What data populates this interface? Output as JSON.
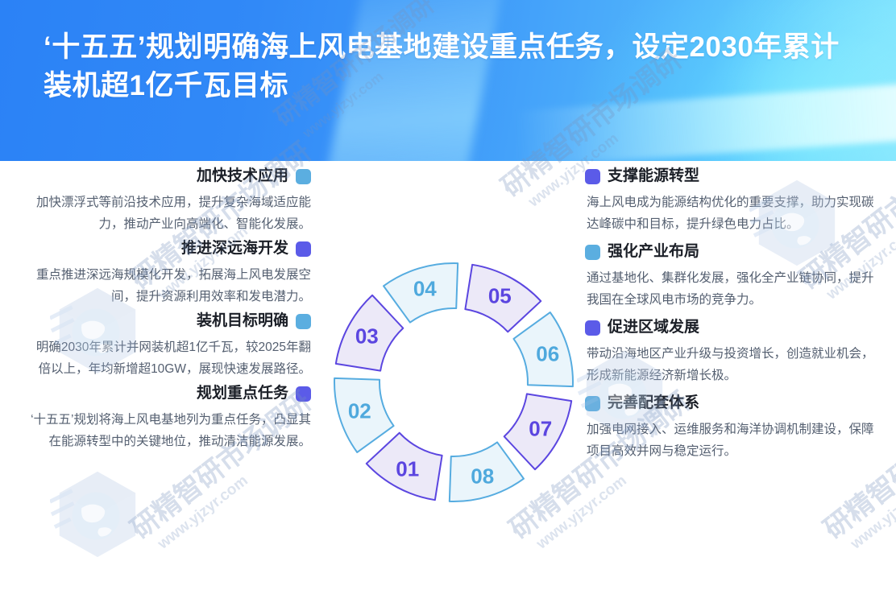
{
  "header": {
    "title": "‘十五五’规划明确海上风电基地建设重点任务，设定2030年累计装机超1亿千瓦目标",
    "bg_color_left": "#2b82f6",
    "bg_color_right": "#79dffd"
  },
  "colors": {
    "blue_accent": "#5baee0",
    "purple_accent": "#5b5be8",
    "segment_blue_fill": "#eaf5fb",
    "segment_blue_stroke": "#56ace0",
    "segment_purple_fill": "#ece9f8",
    "segment_purple_stroke": "#5b46e0",
    "title_text": "#1b1f27",
    "body_text": "#545f70"
  },
  "left_column": [
    {
      "bullet": "blue",
      "title": "加快技术应用",
      "desc": "加快漂浮式等前沿技术应用，提升复杂海域适应能力，推动产业向高端化、智能化发展。"
    },
    {
      "bullet": "purple",
      "title": "推进深远海开发",
      "desc": "重点推进深远海规模化开发，拓展海上风电发展空间，提升资源利用效率和发电潜力。"
    },
    {
      "bullet": "blue",
      "title": "装机目标明确",
      "desc": "明确2030年累计并网装机超1亿千瓦，较2025年翻倍以上，年均新增超10GW，展现快速发展路径。"
    },
    {
      "bullet": "purple",
      "title": "规划重点任务",
      "desc": "‘十五五’规划将海上风电基地列为重点任务，凸显其在能源转型中的关键地位，推动清洁能源发展。"
    }
  ],
  "right_column": [
    {
      "bullet": "purple",
      "title": "支撑能源转型",
      "desc": "海上风电成为能源结构优化的重要支撑，助力实现碳达峰碳中和目标，提升绿色电力占比。"
    },
    {
      "bullet": "blue",
      "title": "强化产业布局",
      "desc": "通过基地化、集群化发展，强化全产业链协同，提升我国在全球风电市场的竞争力。"
    },
    {
      "bullet": "purple",
      "title": "促进区域发展",
      "desc": "带动沿海地区产业升级与投资增长，创造就业机会，形成新能源经济新增长极。"
    },
    {
      "bullet": "blue",
      "title": "完善配套体系",
      "desc": "加强电网接入、运维服务和海洋协调机制建设，保障项目高效并网与稳定运行。"
    }
  ],
  "ring_segments": [
    {
      "number": "01",
      "style": "purple"
    },
    {
      "number": "02",
      "style": "blue"
    },
    {
      "number": "03",
      "style": "purple"
    },
    {
      "number": "04",
      "style": "blue"
    },
    {
      "number": "05",
      "style": "purple"
    },
    {
      "number": "06",
      "style": "blue"
    },
    {
      "number": "07",
      "style": "purple"
    },
    {
      "number": "08",
      "style": "blue"
    }
  ],
  "watermark": {
    "brand": "研精智研市场调研",
    "url": "www.yjzyr.com"
  }
}
